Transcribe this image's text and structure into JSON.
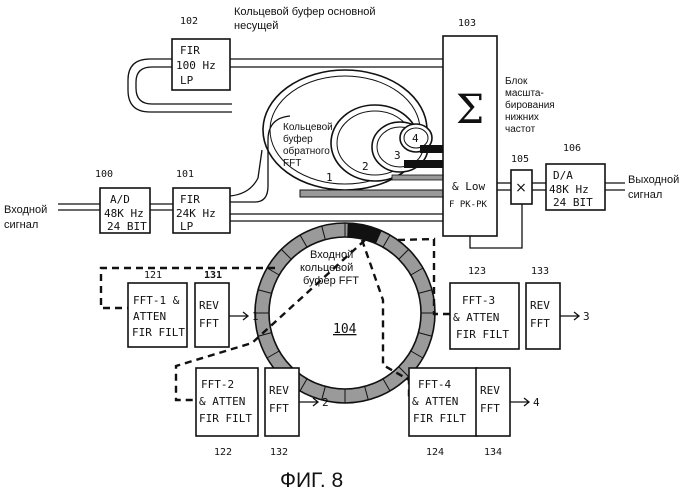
{
  "figure": {
    "caption": "ФИГ. 8"
  },
  "labels": {
    "main_carrier_buffer_l1": "Кольцевой буфер основной",
    "main_carrier_buffer_l2": "несущей",
    "scaling_block_l1": "Блок",
    "scaling_block_l2": "масшта-",
    "scaling_block_l3": "бирования",
    "scaling_block_l4": "нижних",
    "scaling_block_l5": "частот",
    "inverse_fft_buffer_l1": "Кольцевой",
    "inverse_fft_buffer_l2": "буфер",
    "inverse_fft_buffer_l3": "обратного",
    "inverse_fft_buffer_l4": "FFT",
    "input_fft_buffer_l1": "Входной",
    "input_fft_buffer_l2": "кольцевой",
    "input_fft_buffer_l3": "буфер FFT",
    "input_signal_l1": "Входной",
    "input_signal_l2": "сигнал",
    "output_signal_l1": "Выходной",
    "output_signal_l2": "сигнал"
  },
  "blocks": {
    "fir100": {
      "ref": "102",
      "l1": "FIR",
      "l2": "100 Hz",
      "l3": "LP"
    },
    "adc": {
      "ref": "100",
      "l1": "A/D",
      "l2": "48K Hz",
      "l3": "24 BIT"
    },
    "fir24k": {
      "ref": "101",
      "l1": "FIR",
      "l2": "24K Hz",
      "l3": "LP"
    },
    "summer": {
      "ref": "103",
      "symbol": "Σ",
      "l1": "& Low",
      "l2": "F PK-PK"
    },
    "multiplier": {
      "ref": "105",
      "symbol": "×"
    },
    "dac": {
      "ref": "106",
      "l1": "D/A",
      "l2": "48K Hz",
      "l3": "24 BIT"
    },
    "fft1": {
      "ref": "121",
      "l1": "FFT-1 &",
      "l2": "ATTEN",
      "l3": "FIR FILT"
    },
    "rev1": {
      "ref": "131",
      "l1": "REV",
      "l2": "FFT",
      "out": "1"
    },
    "fft2": {
      "ref": "122",
      "l1": "FFT-2",
      "l2": "& ATTEN",
      "l3": "FIR FILT"
    },
    "rev2": {
      "ref": "132",
      "l1": "REV",
      "l2": "FFT",
      "out": "2"
    },
    "fft3": {
      "ref": "123",
      "l1": "FFT-3",
      "l2": "& ATTEN",
      "l3": "FIR FILT"
    },
    "rev3": {
      "ref": "133",
      "l1": "REV",
      "l2": "FFT",
      "out": "3"
    },
    "fft4": {
      "ref": "124",
      "l1": "FFT-4",
      "l2": "& ATTEN",
      "l3": "FIR FILT"
    },
    "rev4": {
      "ref": "134",
      "l1": "REV",
      "l2": "FFT",
      "out": "4"
    }
  },
  "rings": {
    "ring1": "1",
    "ring2": "2",
    "ring3": "3",
    "ring4": "4",
    "main_ring_ref": "104"
  }
}
